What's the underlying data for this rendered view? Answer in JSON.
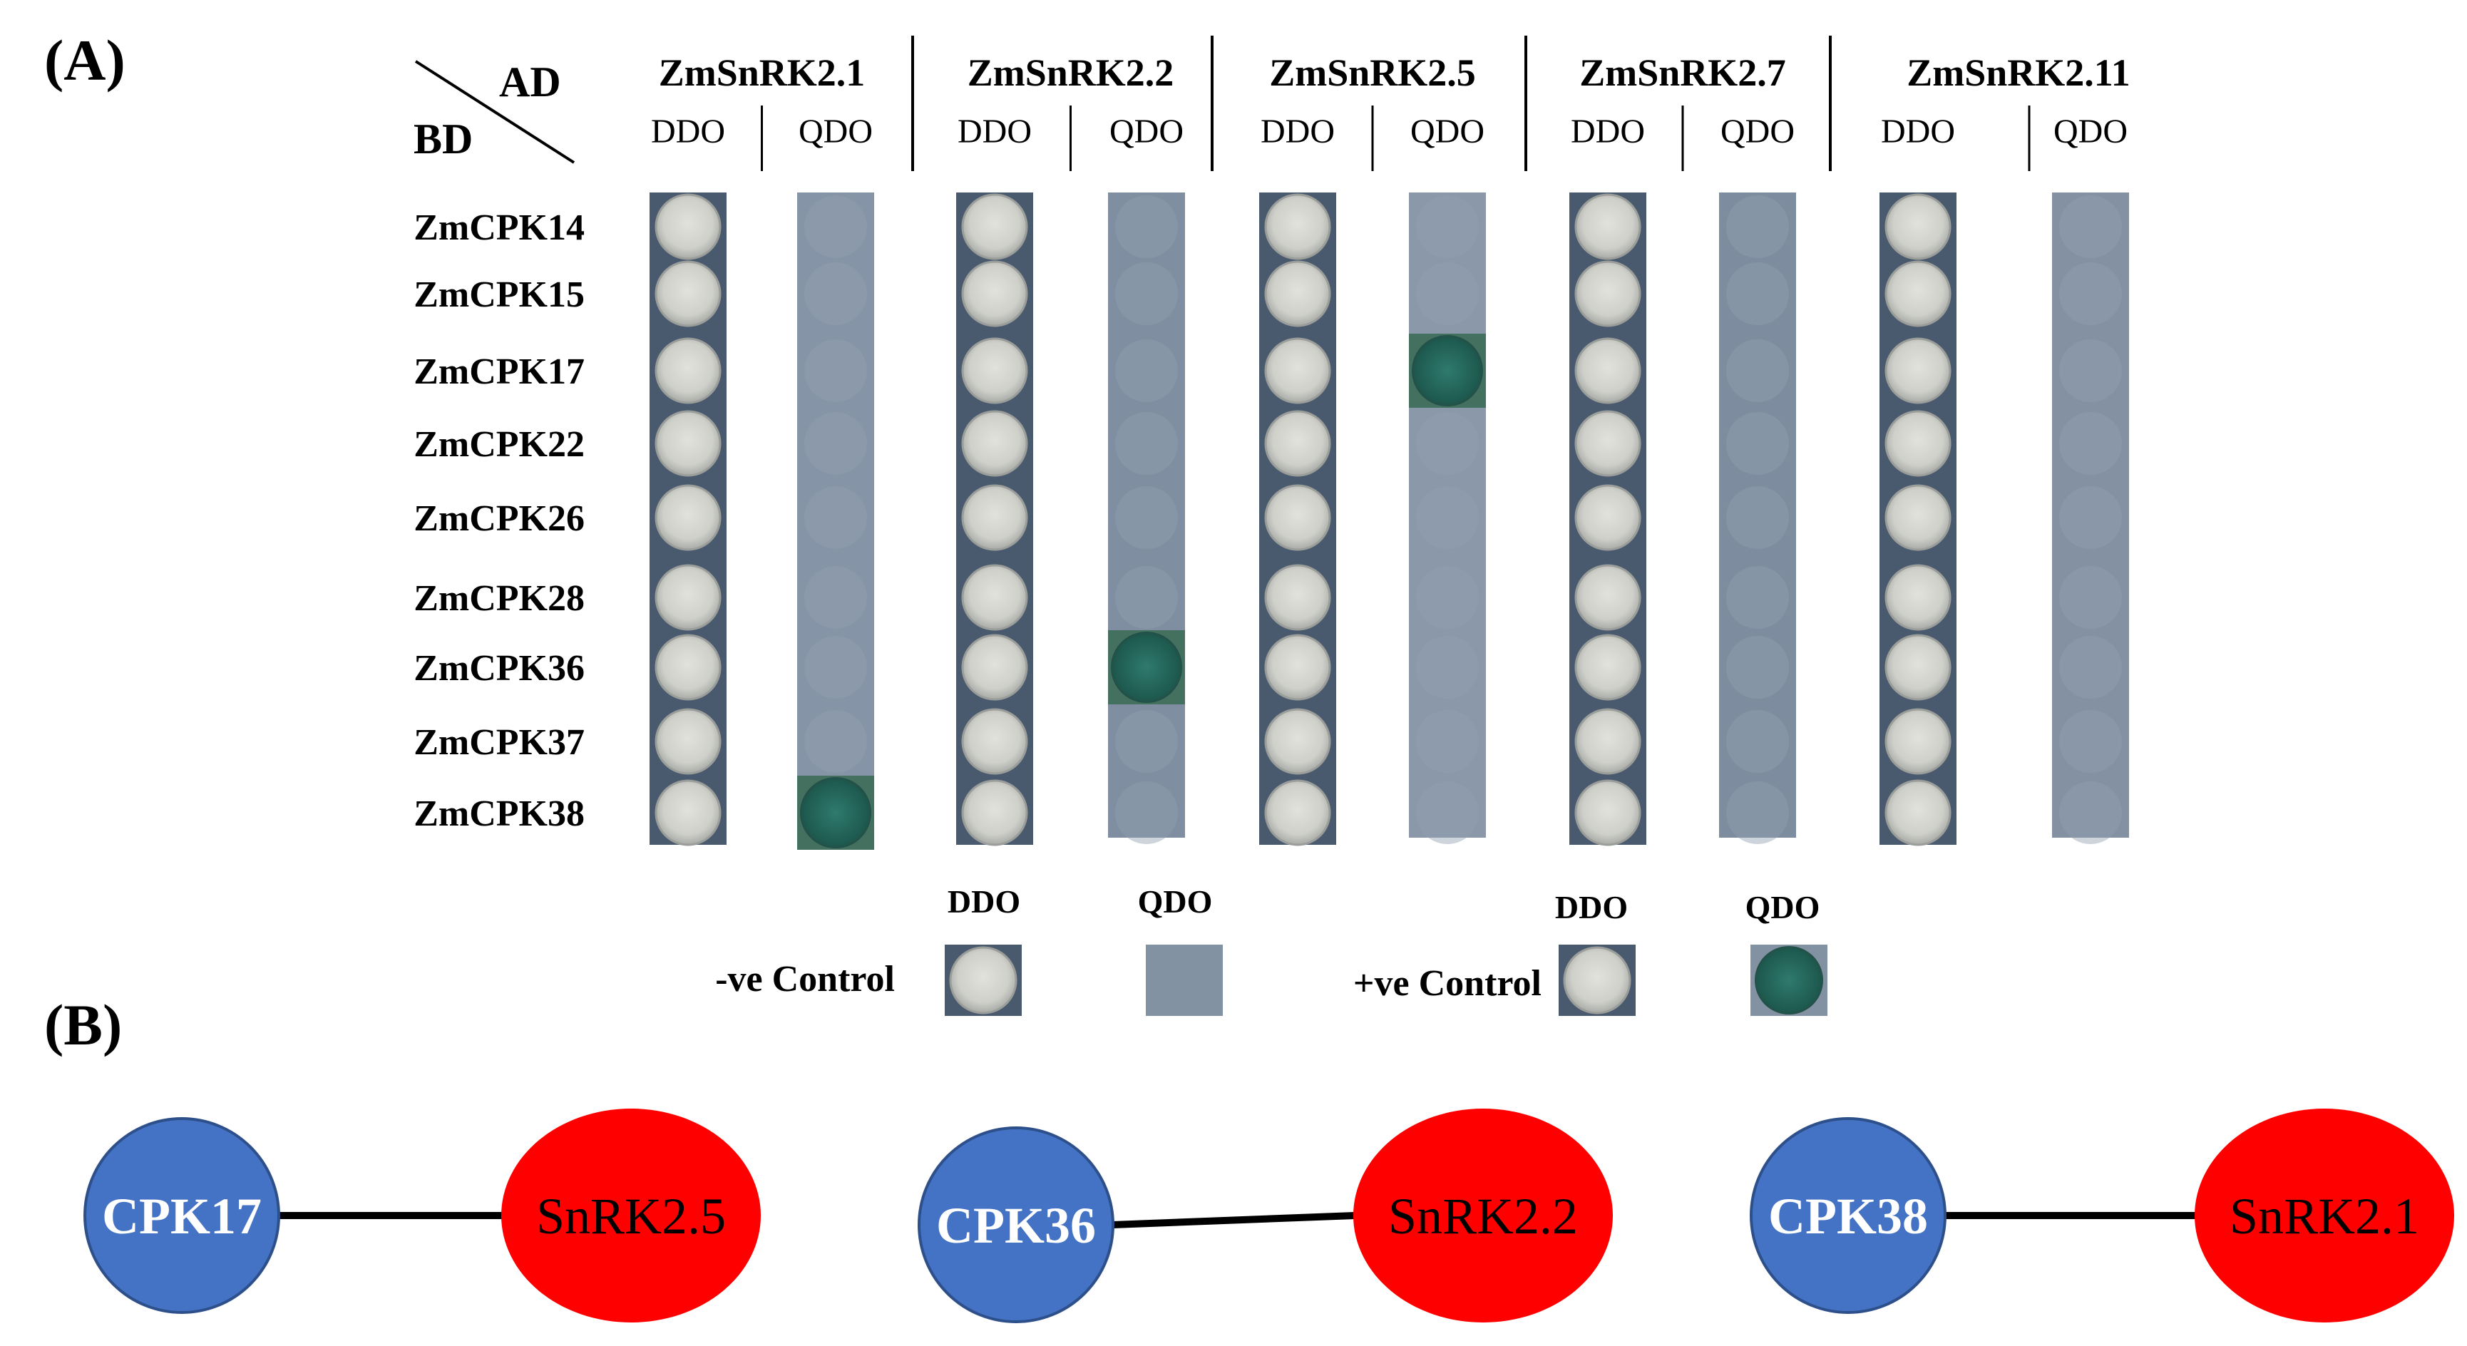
{
  "panel_a": {
    "label": "(A)",
    "corner_top": "AD",
    "corner_bottom": "BD",
    "columns": [
      {
        "name": "ZmSnRK2.1",
        "ddo": "DDO",
        "qdo": "QDO"
      },
      {
        "name": "ZmSnRK2.2",
        "ddo": "DDO",
        "qdo": "QDO"
      },
      {
        "name": "ZmSnRK2.5",
        "ddo": "DDO",
        "qdo": "QDO"
      },
      {
        "name": "ZmSnRK2.7",
        "ddo": "DDO",
        "qdo": "QDO"
      },
      {
        "name": "ZmSnRK2.11",
        "ddo": "DDO",
        "qdo": "QDO"
      }
    ],
    "rows": [
      "ZmCPK14",
      "ZmCPK15",
      "ZmCPK17",
      "ZmCPK22",
      "ZmCPK26",
      "ZmCPK28",
      "ZmCPK36",
      "ZmCPK37",
      "ZmCPK38"
    ],
    "positive_qdo": [
      {
        "row": "ZmCPK38",
        "column": "ZmSnRK2.1"
      },
      {
        "row": "ZmCPK36",
        "column": "ZmSnRK2.2"
      },
      {
        "row": "ZmCPK17",
        "column": "ZmSnRK2.5"
      }
    ],
    "controls": {
      "negative": {
        "label": "-ve Control",
        "ddo": "DDO",
        "qdo": "QDO"
      },
      "positive": {
        "label": "+ve Control",
        "ddo": "DDO",
        "qdo": "QDO"
      }
    }
  },
  "panel_b": {
    "label": "(B)",
    "interactions": [
      {
        "cpk": "CPK17",
        "snrk": "SnRK2.5"
      },
      {
        "cpk": "CPK36",
        "snrk": "SnRK2.2"
      },
      {
        "cpk": "CPK38",
        "snrk": "SnRK2.1"
      }
    ]
  },
  "colors": {
    "ddo_plate": "#4a5a6e",
    "colony_outer": "#b8bbb6",
    "colony_inner": "#dcdcd6",
    "qdo_plate": "#8392a3",
    "qdo_growth": "#1f5a52",
    "cpk_node": "#4472c4",
    "snrk_node": "#ff0000",
    "edge": "#000000"
  }
}
